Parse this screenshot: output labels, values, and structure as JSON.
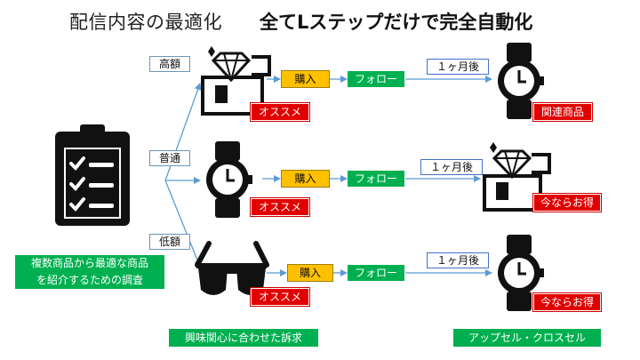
{
  "title": {
    "main": "配信内容の最適化",
    "sub": "全てLステップだけで完全自動化"
  },
  "tiers": {
    "high": "高額",
    "mid": "普通",
    "low": "低額"
  },
  "steps": {
    "purchase": "購入",
    "follow": "フォロー",
    "one_month": "１ヶ月後"
  },
  "badges": {
    "recommend": "オススメ",
    "related": "関連商品",
    "deal": "今ならお得"
  },
  "labels": {
    "survey_line1": "複数商品から最適な商品",
    "survey_line2": "を紹介するための調査",
    "appeal": "興味関心に合わせた訴求",
    "upsell": "アップセル・クロスセル"
  },
  "icons": [
    "clipboard-checklist-icon",
    "treasure-chest-icon",
    "watch-icon",
    "glasses-icon"
  ],
  "colors": {
    "purchase": "#ffc000",
    "follow": "#00b050",
    "badge": "#e00000",
    "line": "#5b9bd5"
  }
}
